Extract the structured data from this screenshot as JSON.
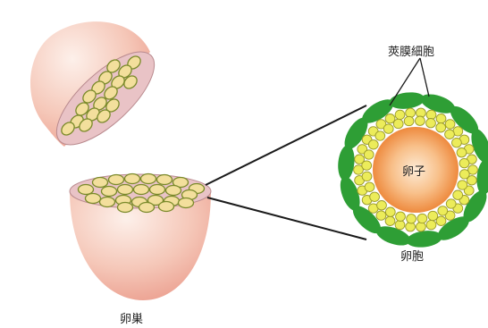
{
  "labels": {
    "ovary": "卵巣",
    "follicle": "卵胞",
    "oocyte": "卵子",
    "granulosa_cells": "莢膜細胞"
  },
  "colors": {
    "ovary_pink": "#f2b8a8",
    "ovary_light": "#fbe6de",
    "cut_surface": "#e9c3c6",
    "follicle_fill": "#f3df9c",
    "follicle_edge": "#7a8a2a",
    "yellow_cell": "#ecec5a",
    "green_cell": "#2e9e35",
    "oocyte_orange": "#f29a52",
    "oocyte_center": "#fbe1c4"
  }
}
